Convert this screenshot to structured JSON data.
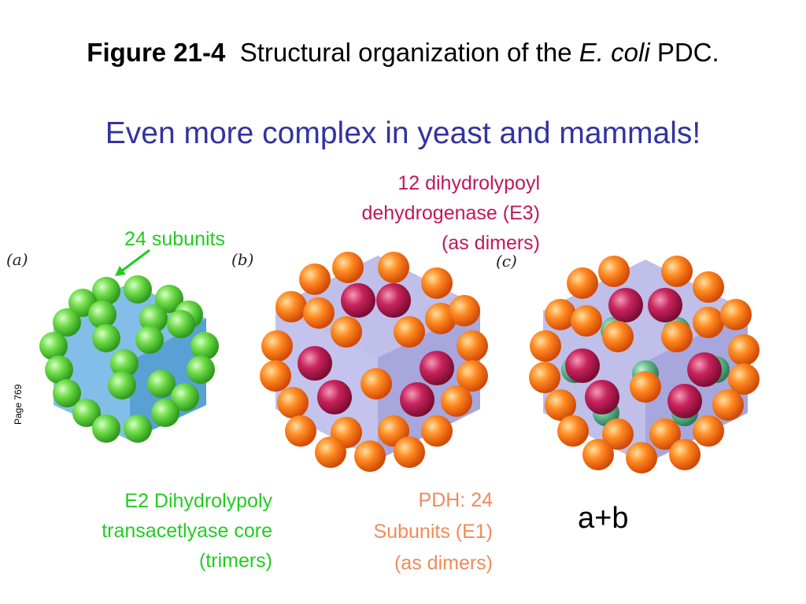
{
  "title": {
    "figure_label": "Figure 21-4",
    "text_before": "Structural organization of the",
    "organism": "E. coli",
    "text_after": "PDC."
  },
  "subtitle": "Even more complex in yeast and mammals!",
  "labels": {
    "e3_line1": "12 dihydrolypoyl",
    "e3_line2": "dehydrogenase (E3)",
    "e3_line3": "(as dimers)",
    "e2_subunits": "24 subunits",
    "e2_line1": "E2 Dihydrolypoly",
    "e2_line2": "transacetlyase core",
    "e2_line3": "(trimers)",
    "e1_line1": "PDH: 24",
    "e1_line2": "Subunits (E1)",
    "e1_line3": "(as dimers)",
    "combined": "a+b"
  },
  "panels": {
    "a": "(a)",
    "b": "(b)",
    "c": "(c)"
  },
  "page_reference": "Page 769",
  "colors": {
    "title_blue": "#3333a0",
    "e3_red": "#c0185a",
    "e2_green": "#22cc22",
    "e1_orange": "#f08a5a",
    "cube_blue": "#5aa8e0",
    "cube_lavender": "#b4b4e6"
  }
}
